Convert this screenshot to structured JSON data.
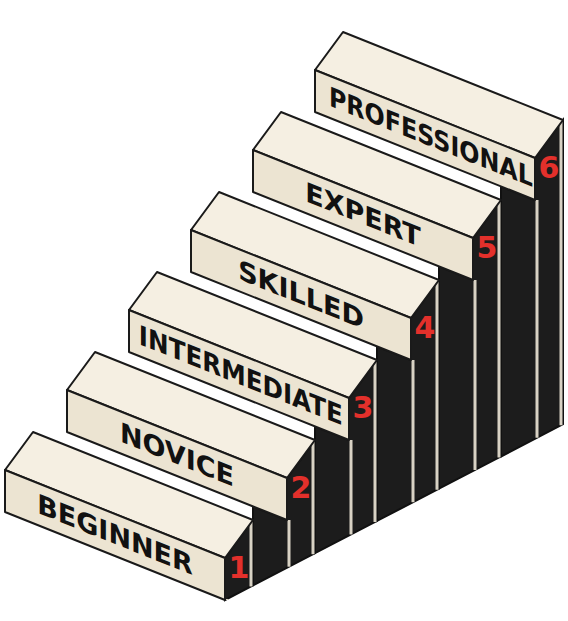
{
  "diagram": {
    "nodes": [
      {
        "text": [
          "BEGINNER",
          "1"
        ]
      },
      {
        "text": [
          "NOVICE",
          "2"
        ]
      },
      {
        "text": [
          "INTERMEDIATE",
          "3"
        ]
      },
      {
        "text": [
          "SKILLED",
          "4"
        ]
      },
      {
        "text": [
          "EXPERT",
          "5"
        ]
      },
      {
        "text": [
          "PROFESSIONAL",
          "6"
        ]
      }
    ]
  }
}
